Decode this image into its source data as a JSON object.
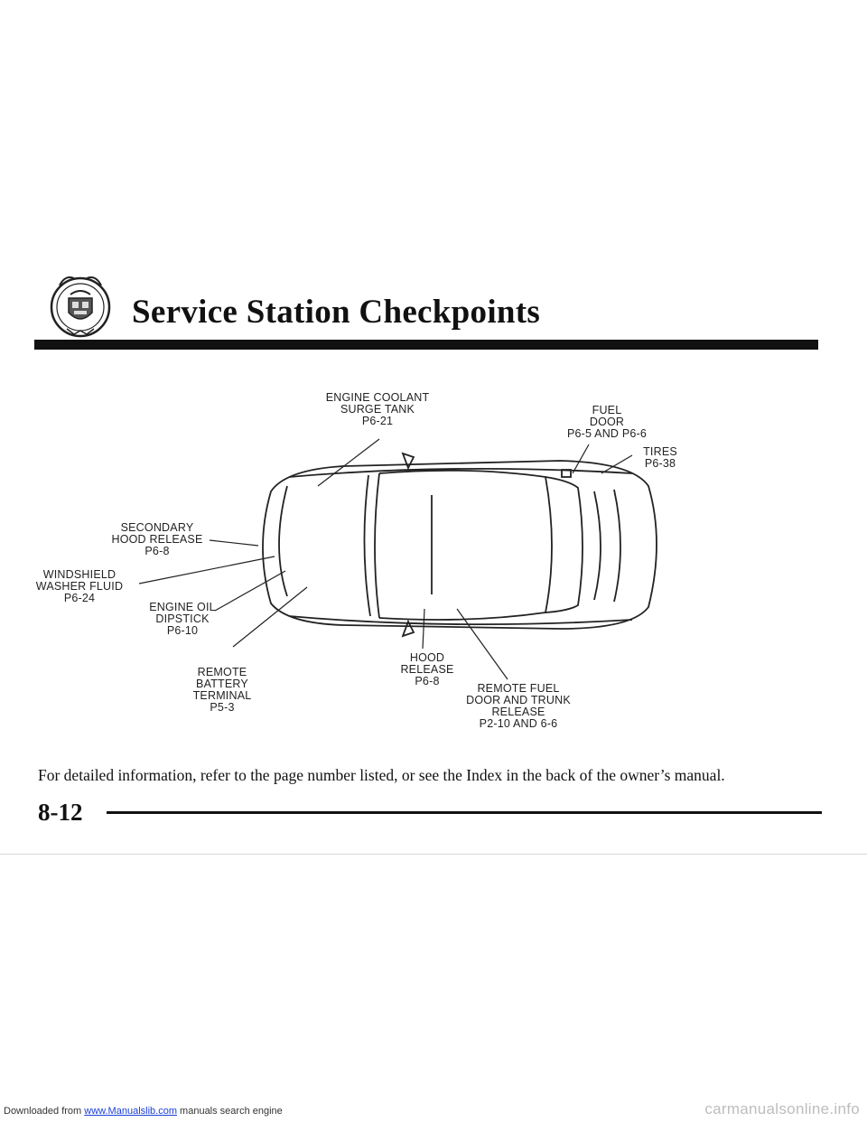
{
  "header": {
    "title": "Service Station Checkpoints",
    "logo_icon": "cadillac-crest-icon"
  },
  "diagram": {
    "labels": {
      "engine_coolant": [
        "ENGINE COOLANT",
        "SURGE TANK",
        "P6-21"
      ],
      "fuel_door": [
        "FUEL",
        "DOOR",
        "P6-5 AND P6-6"
      ],
      "tires": [
        "TIRES",
        "P6-38"
      ],
      "secondary_hood": [
        "SECONDARY",
        "HOOD RELEASE",
        "P6-8"
      ],
      "washer_fluid": [
        "WINDSHIELD",
        "WASHER FLUID",
        "P6-24"
      ],
      "engine_oil": [
        "ENGINE OIL",
        "DIPSTICK",
        "P6-10"
      ],
      "battery": [
        "REMOTE",
        "BATTERY",
        "TERMINAL",
        "P5-3"
      ],
      "hood_release": [
        "HOOD",
        "RELEASE",
        "P6-8"
      ],
      "trunk_release": [
        "REMOTE FUEL",
        "DOOR AND TRUNK",
        "RELEASE",
        "P2-10 AND 6-6"
      ]
    }
  },
  "caption": "For detailed information, refer to the page number listed, or see the Index in the back of the owner’s manual.",
  "page_number": "8-12",
  "footer": {
    "download_prefix": "Downloaded from",
    "download_link": "www.Manualslib.com",
    "download_suffix": "manuals search engine",
    "watermark": "carmanualsonline.info"
  }
}
